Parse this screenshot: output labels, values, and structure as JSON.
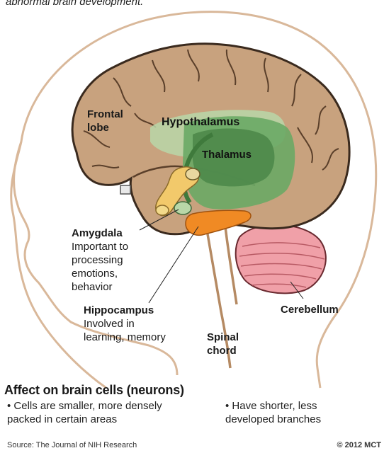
{
  "top_caption": "abnormal brain development.",
  "labels": {
    "frontal_lobe": [
      "Frontal",
      "lobe"
    ],
    "hypothalamus": "Hypothalamus",
    "thalamus": "Thalamus",
    "amygdala": {
      "title": "Amygdala",
      "lines": [
        "Important to",
        "processing",
        "emotions,",
        "behavior"
      ]
    },
    "hippocampus": {
      "title": "Hippocampus",
      "lines": [
        "Involved in",
        "learning, memory"
      ]
    },
    "cerebellum": "Cerebellum",
    "spinal_chord": [
      "Spinal",
      "chord"
    ]
  },
  "section": {
    "heading": "Affect on brain cells (neurons)",
    "bullet_left": [
      "• Cells are smaller, more densely",
      "packed in certain areas"
    ],
    "bullet_right": [
      "• Have shorter, less",
      "developed branches"
    ]
  },
  "source": "Source: The Journal of NIH Research",
  "credit": "© 2012 MCT",
  "colors": {
    "brain": "#c8a27e",
    "brain_outline": "#3a2a1e",
    "head_outline": "#d9b89a",
    "hypothalamus": "#b9d7a8",
    "thalamus": "#5e9c5b",
    "amygdala": "#f2c96b",
    "hippocampus": "#f08a24",
    "cerebellum": "#f0a0a8",
    "spinal_cord": "#b58a63"
  }
}
